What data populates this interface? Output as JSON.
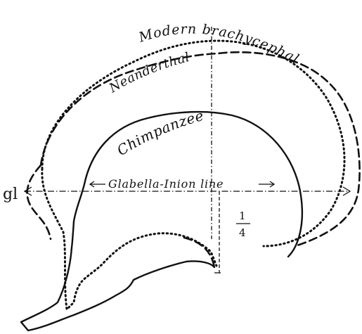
{
  "labels": {
    "modern": "Modern brachycephal",
    "neanderthal": "Neanderthal",
    "chimpanzee": "Chimpanzee",
    "baseline": "Glabella-Inion line",
    "gl": "gl",
    "scale_numerator": "1",
    "scale_denominator": "4"
  },
  "colors": {
    "ink": "#111111",
    "paper": "#ffffff"
  }
}
